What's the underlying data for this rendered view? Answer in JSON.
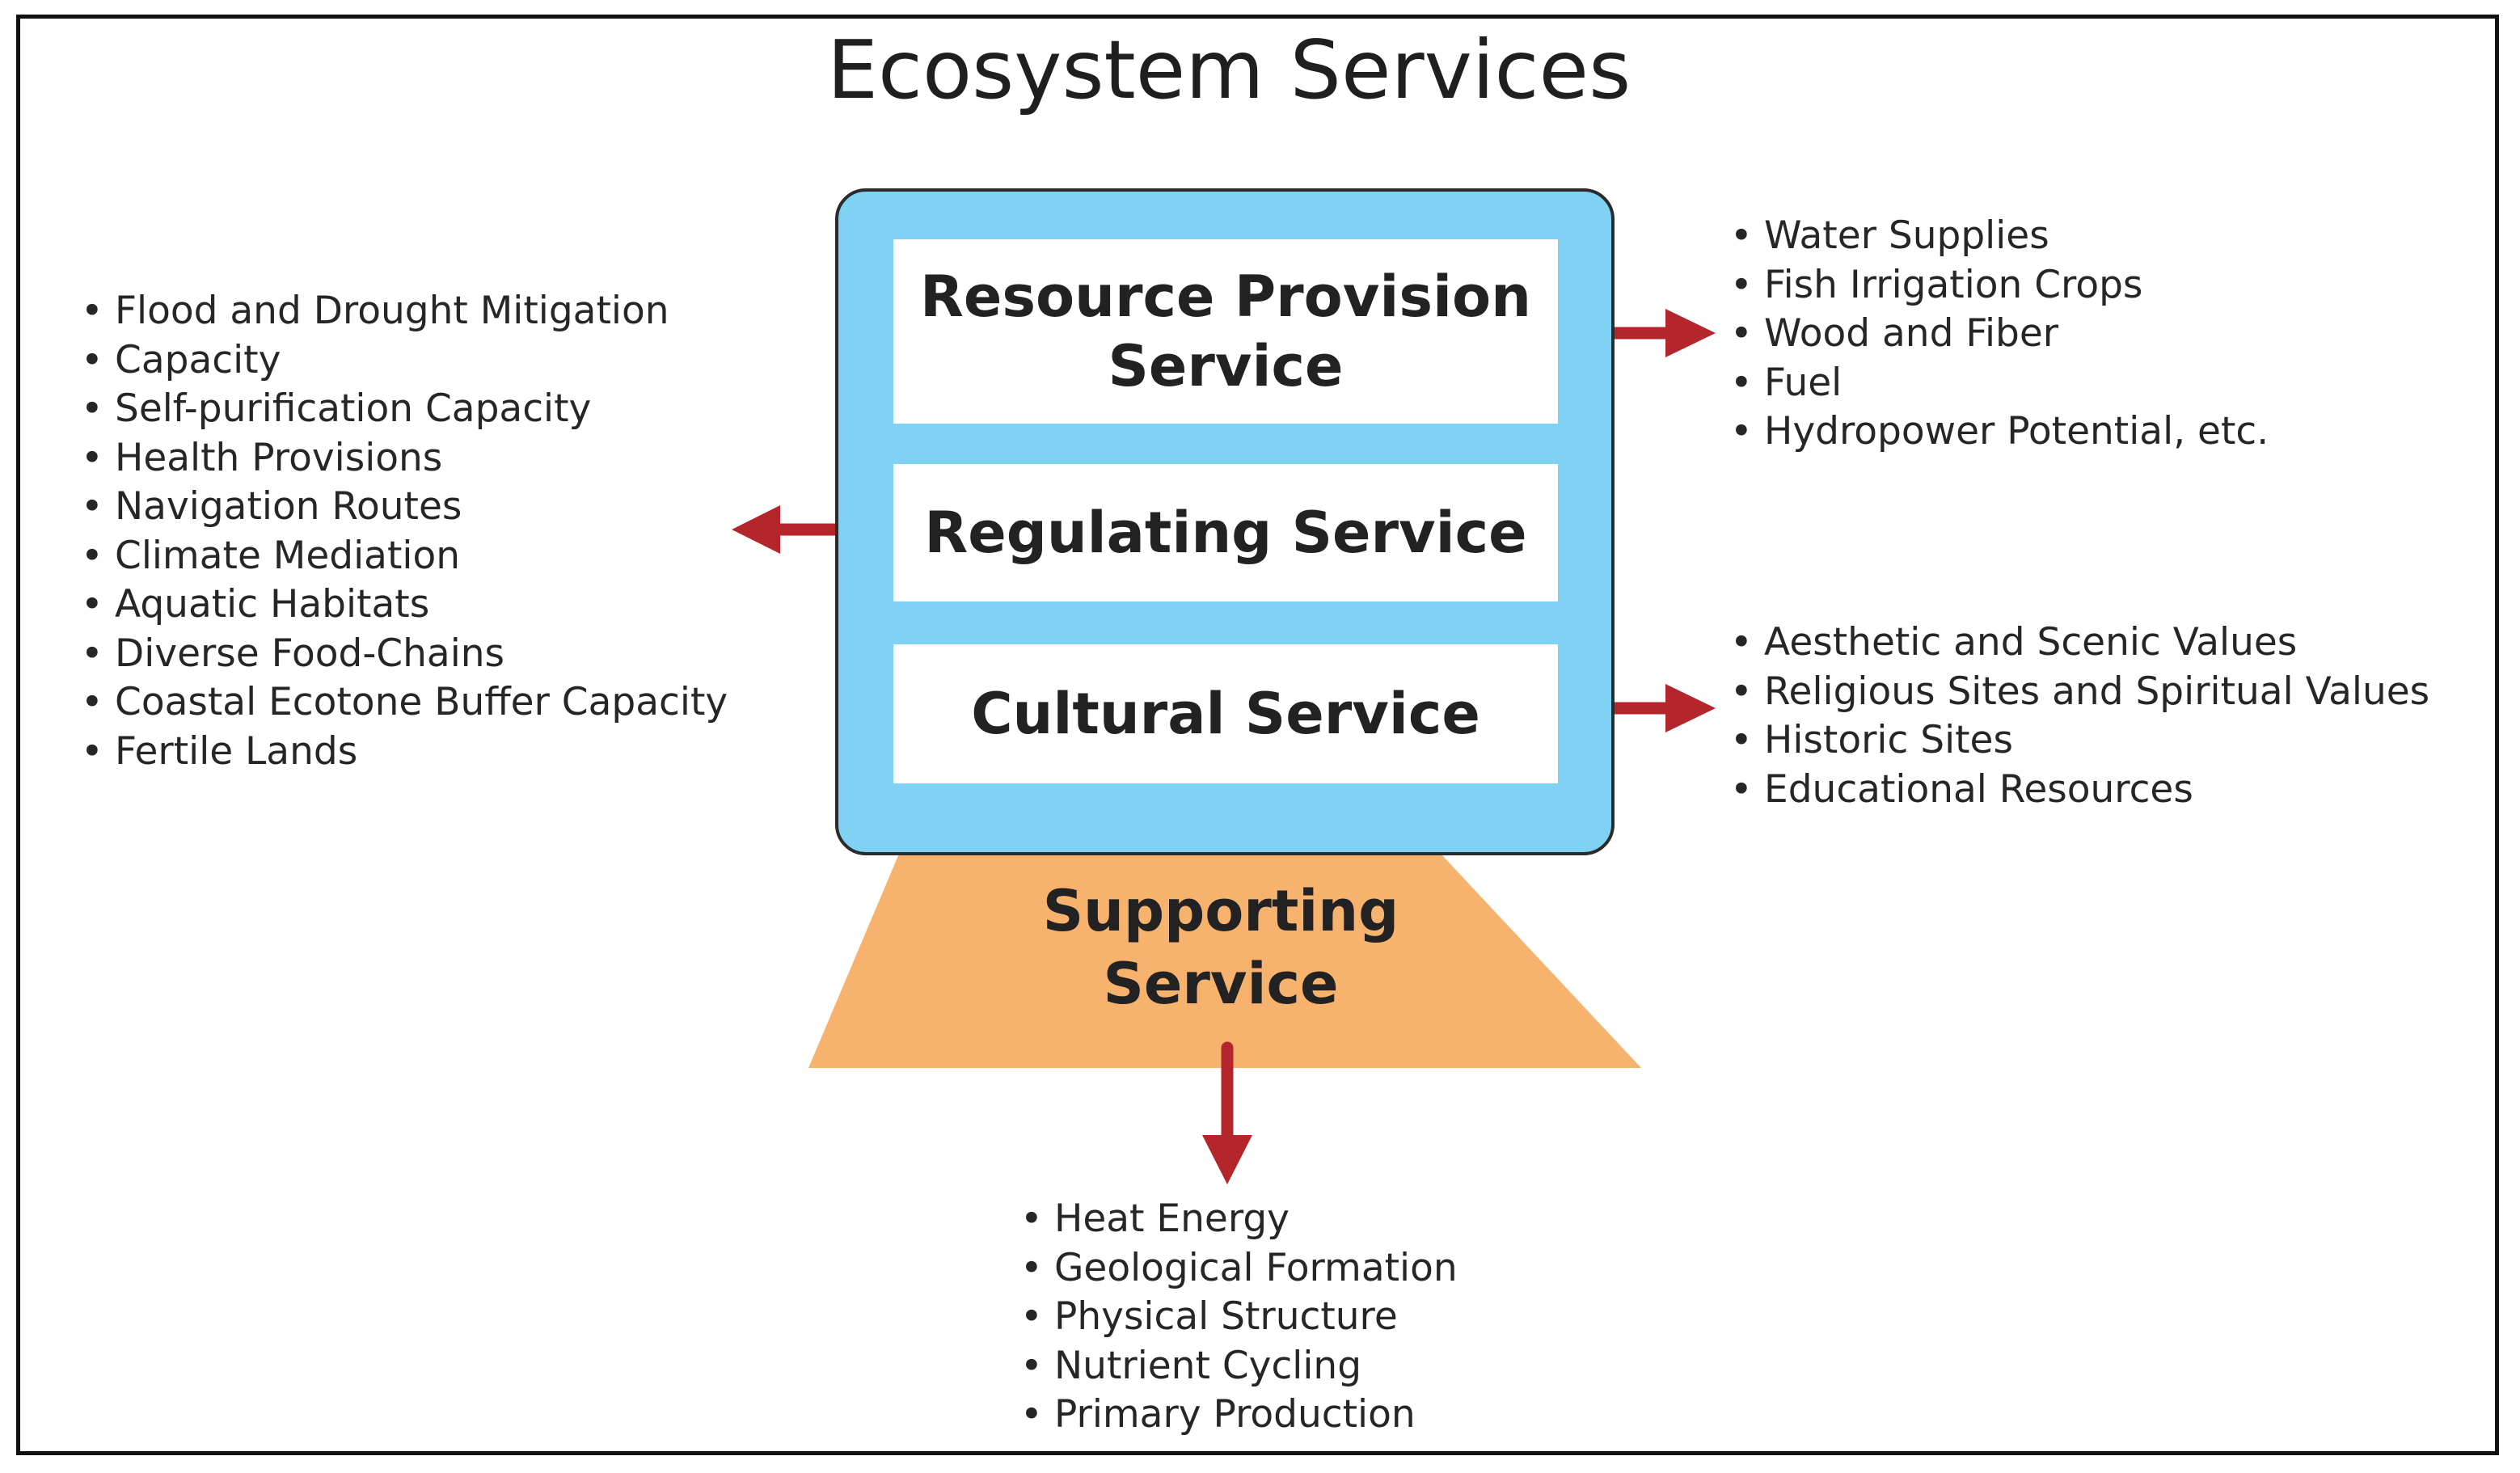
{
  "title": "Ecosystem Services",
  "services": {
    "resource_provision": "Resource Provision Service",
    "regulating": "Regulating Service",
    "cultural": "Cultural Service",
    "supporting": "Supporting Service"
  },
  "regulating_items": [
    "Flood and Drought Mitigation",
    "Capacity",
    "Self-purification Capacity",
    "Health Provisions",
    "Navigation Routes",
    "Climate Mediation",
    "Aquatic Habitats",
    "Diverse Food-Chains",
    "Coastal Ecotone Buffer Capacity",
    "Fertile Lands"
  ],
  "resource_items": [
    "Water Supplies",
    "Fish Irrigation Crops",
    "Wood and Fiber",
    "Fuel",
    "Hydropower Potential, etc."
  ],
  "cultural_items": [
    "Aesthetic and Scenic Values",
    "Religious Sites and Spiritual Values",
    "Historic Sites",
    "Educational Resources"
  ],
  "supporting_items": [
    "Heat Energy",
    "Geological Formation",
    "Physical Structure",
    "Nutrient Cycling",
    "Primary Production"
  ],
  "colors": {
    "core_fill": "#7fd2f3",
    "supporting_fill": "#f7b26d",
    "arrow": "#b5262c"
  }
}
